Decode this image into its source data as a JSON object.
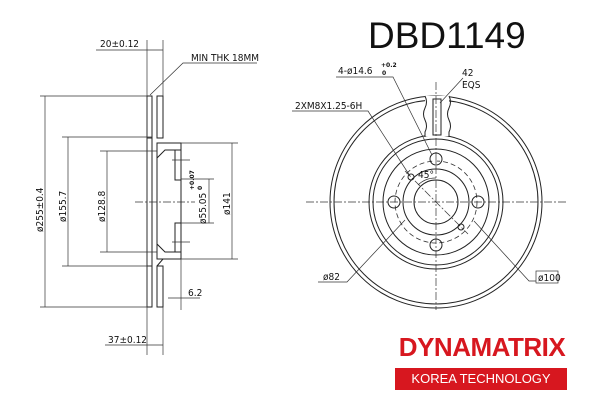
{
  "part_number": "DBD1149",
  "side_view": {
    "thickness": "20±0.12",
    "min_thickness": "MIN THK 18MM",
    "outer_diameter": "ø255±0.4",
    "diameter_155": "ø155.7",
    "diameter_128": "ø128.8",
    "center_bore": "ø55.05",
    "center_bore_tol_upper": "+0.07",
    "center_bore_tol_lower": "0",
    "hat_diameter": "ø141",
    "hat_thickness": "6.2",
    "height": "37±0.12"
  },
  "front_view": {
    "bolt_holes": "4-ø14.6",
    "bolt_holes_tol_upper": "+0.2",
    "bolt_holes_tol_lower": "0",
    "vanes": "42",
    "vanes_spacing": "EQS",
    "threads": "2XM8X1.25-6H",
    "angle": "45°",
    "diameter_82": "ø82",
    "pcd": "ø100"
  },
  "logo": {
    "brand": "DYNAMATRIX",
    "tagline": "KOREA TECHNOLOGY",
    "brand_color": "#d7171f"
  }
}
